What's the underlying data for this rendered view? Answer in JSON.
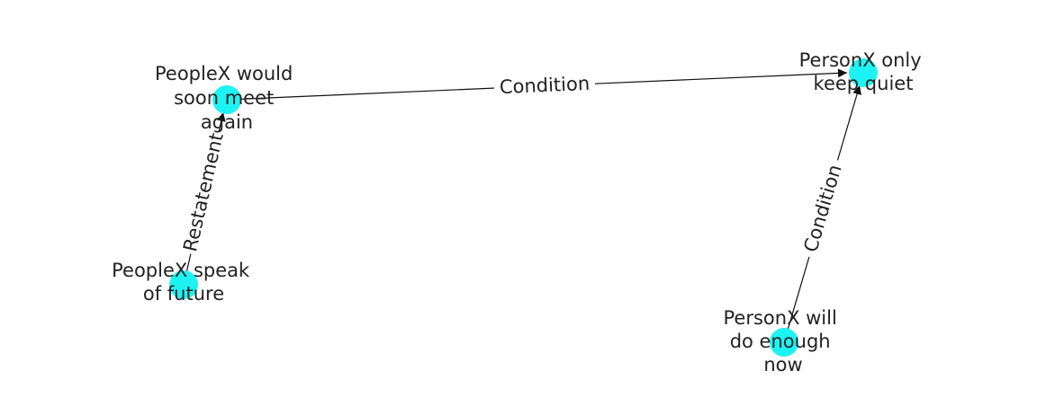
{
  "colors": {
    "node": "#1ef3f3",
    "edge": "#111111",
    "text": "#222222",
    "background": "#ffffff"
  },
  "nodes": [
    {
      "id": "n1",
      "lines": [
        "PeopleX would",
        "soon meet",
        "again"
      ]
    },
    {
      "id": "n2",
      "lines": [
        "PersonX only",
        "keep quiet"
      ]
    },
    {
      "id": "n3",
      "lines": [
        "PeopleX speak",
        "of future"
      ]
    },
    {
      "id": "n4",
      "lines": [
        "PersonX will",
        "do enough",
        "now"
      ]
    }
  ],
  "edges": [
    {
      "from": "n1",
      "to": "n2",
      "label": "Condition"
    },
    {
      "from": "n3",
      "to": "n1",
      "label": "Restatement"
    },
    {
      "from": "n4",
      "to": "n2",
      "label": "Condition"
    }
  ]
}
